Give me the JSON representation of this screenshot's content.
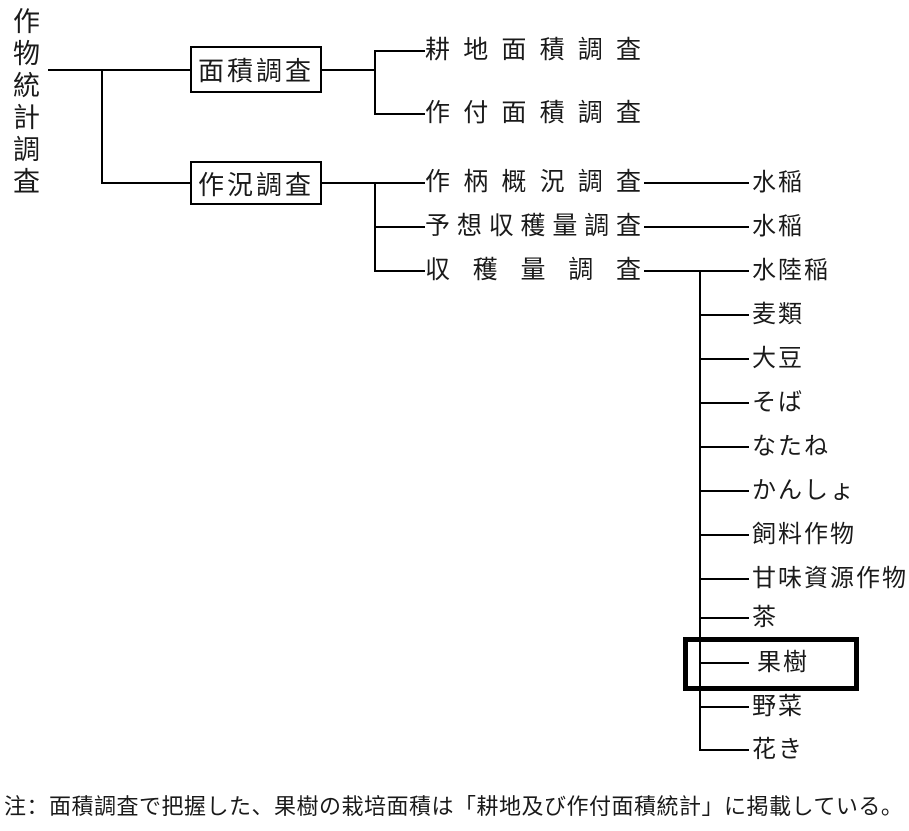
{
  "colors": {
    "line": "#000000",
    "background": "#ffffff",
    "text": "#1a1a1a"
  },
  "root": {
    "label": "作物統計調査"
  },
  "branches": {
    "area": {
      "box_label": "面積調査",
      "children": [
        {
          "label": "耕 地 面 積 調 査"
        },
        {
          "label": "作 付 面 積 調 査"
        }
      ]
    },
    "crop_condition": {
      "box_label": "作況調査",
      "children": [
        {
          "label": "作 柄 概 況 調 査",
          "target": "水稲"
        },
        {
          "label": "予 想 収 穫 量 調 査",
          "target": "水稲"
        },
        {
          "label": "収 穫 量 調 査",
          "target": "水陸稲"
        }
      ]
    }
  },
  "harvest_crops": [
    "麦類",
    "大豆",
    "そば",
    "なたね",
    "かんしょ",
    "飼料作物",
    "甘味資源作物",
    "茶",
    "果樹",
    "野菜",
    "花き"
  ],
  "highlighted_crop": "果樹",
  "note": "注：面積調査で把握した、果樹の栽培面積は「耕地及び作付面積統計」に掲載している。"
}
